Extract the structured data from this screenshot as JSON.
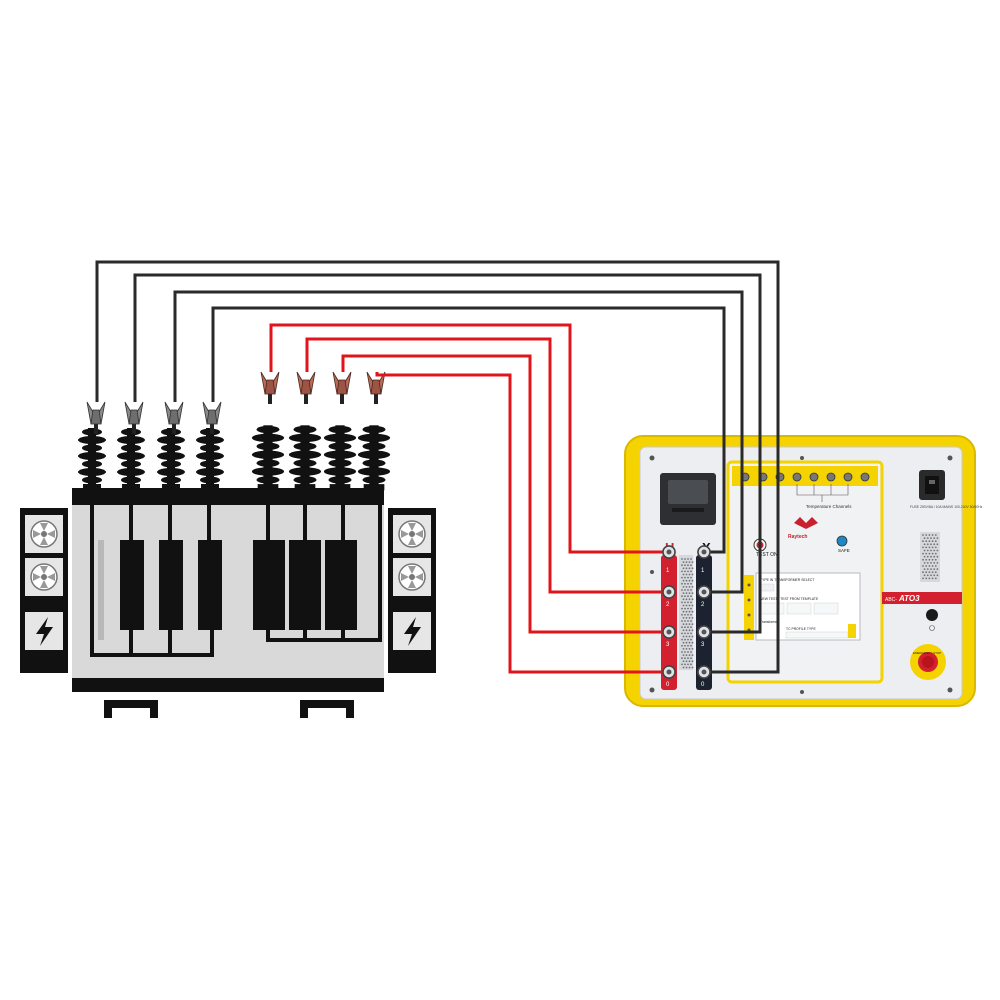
{
  "diagram": {
    "description_visible_text": true
  },
  "instrument": {
    "brand_logo_text": "Raytech",
    "model_label": "ATO3",
    "model_prefix": "ABC-",
    "h_terminal_label": "H",
    "x_terminal_label": "X",
    "h_channels": [
      "1",
      "2",
      "3",
      "0"
    ],
    "x_channels": [
      "1",
      "2",
      "3",
      "0"
    ],
    "test_on_label": "TEST ON",
    "safe_label": "SAFE",
    "temperature_label": "Temperature Channels",
    "emergency_label": "EMERGENCY STOP",
    "power_inlet_text": "FUSE 250V/8A / 10A MAINS 100-240V 50/60Hz",
    "screen": {
      "row1": "TYPE IN TRANSFORMER SELECT",
      "row2": "NEW TEST / TEST FROM TEMPLATE",
      "row3": "Transformer",
      "row4": "TC PROFILE TYPE"
    }
  },
  "colors": {
    "hv_lead": "#e0151b",
    "lv_lead": "#2a2a2a",
    "housing": "#f5d300",
    "panel": "#f0f1f3",
    "accent_red": "#d3202e"
  },
  "icons": [
    "fan-icon",
    "lightning-icon",
    "clamp-icon",
    "bushing-icon",
    "emergency-stop-icon",
    "power-inlet-icon"
  ]
}
